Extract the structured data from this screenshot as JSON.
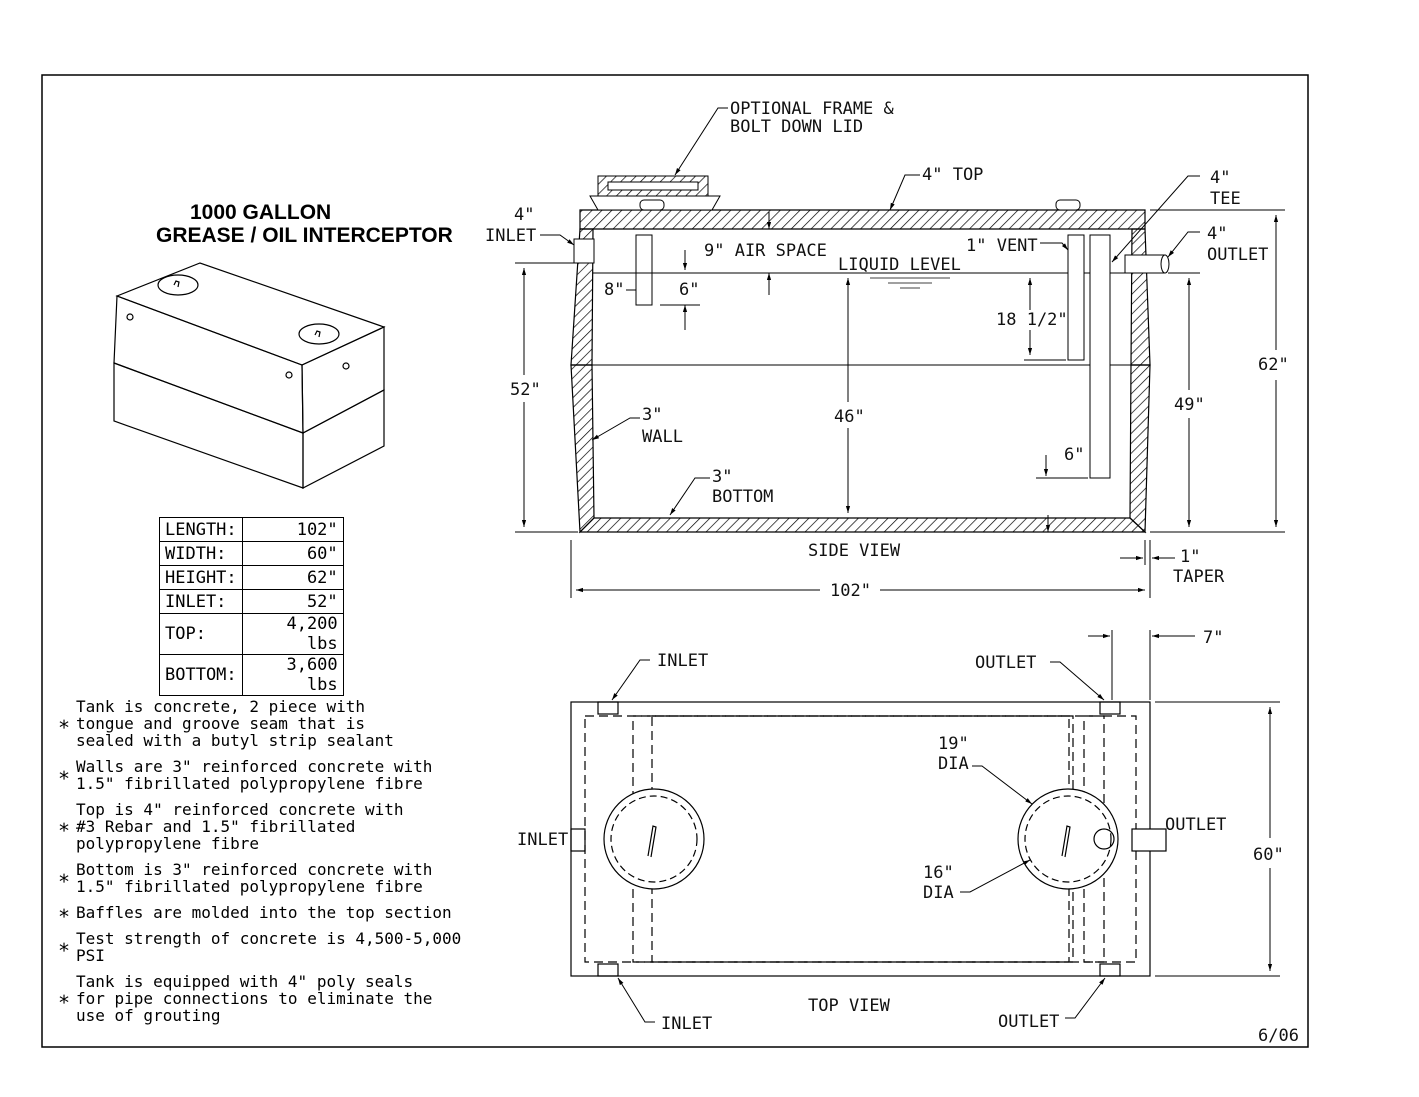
{
  "title": {
    "line1": "1000 GALLON",
    "line2": "GREASE / OIL INTERCEPTOR"
  },
  "specs": [
    {
      "label": "LENGTH:",
      "value": "102\""
    },
    {
      "label": "WIDTH:",
      "value": "60\""
    },
    {
      "label": "HEIGHT:",
      "value": "62\""
    },
    {
      "label": "INLET:",
      "value": "52\""
    },
    {
      "label": "TOP:",
      "value": "4,200 lbs"
    },
    {
      "label": "BOTTOM:",
      "value": "3,600 lbs"
    }
  ],
  "notes": [
    "Tank is concrete, 2 piece with\ntongue and groove seam that is\nsealed with a butyl strip sealant",
    "Walls are 3\" reinforced concrete with\n1.5\" fibrillated polypropylene fibre",
    "Top is 4\" reinforced concrete with\n#3 Rebar and 1.5\" fibrillated\npolypropylene fibre",
    "Bottom is 3\" reinforced concrete with\n1.5\" fibrillated polypropylene fibre",
    "Baffles are molded into the top section",
    "Test strength of concrete is 4,500-5,000 PSI",
    "Tank is equipped with 4\" poly seals\nfor pipe connections to eliminate the\nuse of grouting"
  ],
  "side_view": {
    "label": "SIDE VIEW",
    "optional_lid_1": "OPTIONAL FRAME &",
    "optional_lid_2": "BOLT DOWN LID",
    "top": "4\" TOP",
    "tee_1": "4\"",
    "tee_2": "TEE",
    "outlet_1": "4\"",
    "outlet_2": "OUTLET",
    "inlet_1": "4\"",
    "inlet_2": "INLET",
    "air_space": "9\" AIR SPACE",
    "liquid_level": "LIQUID LEVEL",
    "vent": "1\" VENT",
    "dim_8": "8\"",
    "dim_6a": "6\"",
    "dim_18": "18 1/2\"",
    "dim_62": "62\"",
    "dim_52": "52\"",
    "dim_46": "46\"",
    "dim_49": "49\"",
    "dim_6b": "6\"",
    "wall_1": "3\"",
    "wall_2": "WALL",
    "bottom_1": "3\"",
    "bottom_2": "BOTTOM",
    "taper_1": "1\"",
    "taper_2": "TAPER",
    "dim_102": "102\""
  },
  "top_view": {
    "label": "TOP VIEW",
    "inlet_top": "INLET",
    "outlet_top": "OUTLET",
    "dim_7": "7\"",
    "inlet_side": "INLET",
    "outlet_side": "OUTLET",
    "dia19_1": "19\"",
    "dia19_2": "DIA",
    "dia16_1": "16\"",
    "dia16_2": "DIA",
    "dim_60": "60\"",
    "inlet_bottom": "INLET",
    "outlet_bottom": "OUTLET"
  },
  "revision": "6/06"
}
